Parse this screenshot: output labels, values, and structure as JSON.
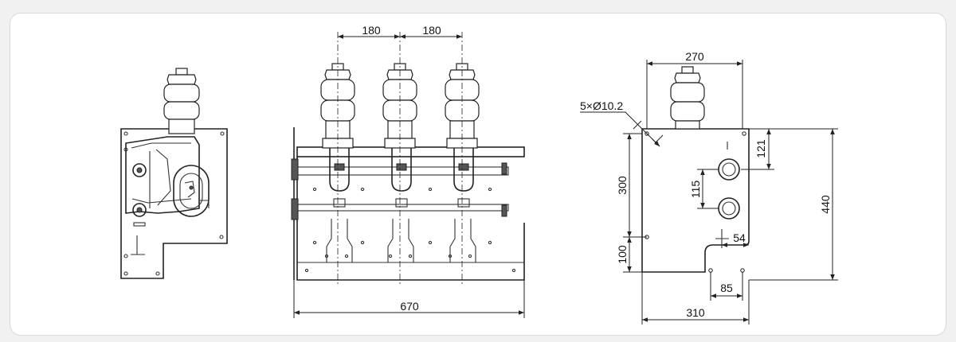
{
  "drawing": {
    "front_view": {
      "pole_pitch_left": "180",
      "pole_pitch_right": "180",
      "overall_width": "670"
    },
    "right_view": {
      "insulator_width": "270",
      "hole_spec": "5×Ø10.2",
      "top_to_bushing": "121",
      "bushing_spacing": "115",
      "upper_height": "300",
      "lower_height": "100",
      "overall_height": "440",
      "step_offset": "54",
      "foot_hole_spacing": "85",
      "base_width": "310"
    }
  }
}
